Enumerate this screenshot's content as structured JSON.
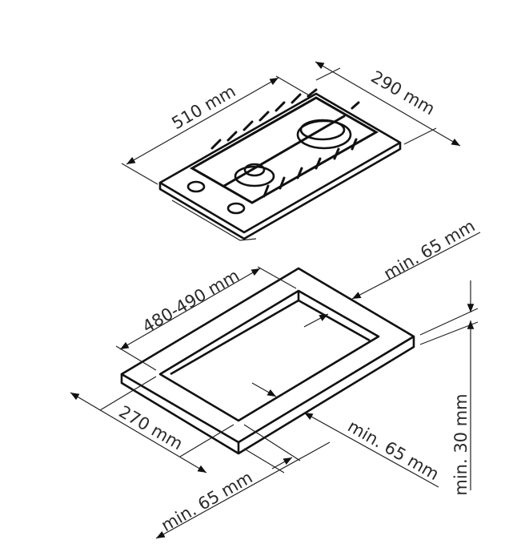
{
  "hob": {
    "width_label": "510 mm",
    "depth_label": "290 mm"
  },
  "cutout": {
    "length_label": "480-490 mm",
    "width_label": "270 mm",
    "clearance_back_label": "min. 65 mm",
    "clearance_side_label": "min. 65 mm",
    "clearance_front_label": "min. 65 mm",
    "thickness_label": "min. 30 mm"
  },
  "colors": {
    "line": "#222222",
    "background": "#ffffff"
  }
}
